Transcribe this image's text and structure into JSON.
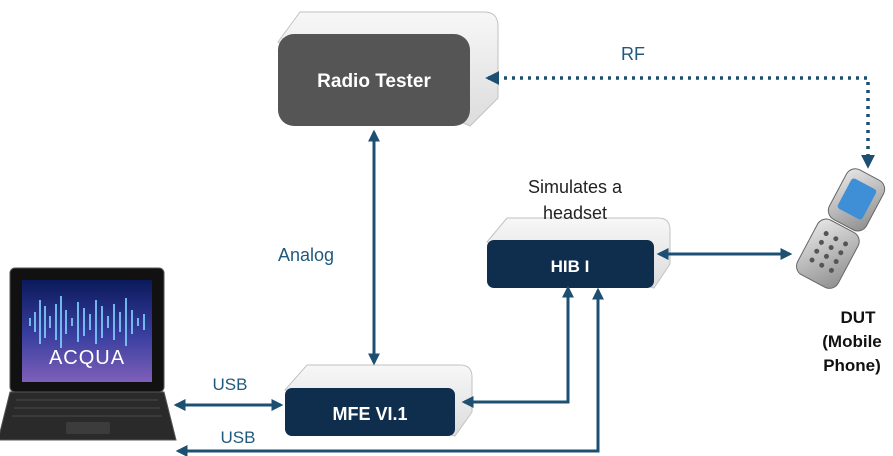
{
  "nodes": {
    "radio_tester": {
      "label": "Radio Tester"
    },
    "hib": {
      "label": "HIB I",
      "note_line1": "Simulates a",
      "note_line2": "headset"
    },
    "mfe": {
      "label": "MFE VI.1"
    },
    "laptop": {
      "screen_text": "ACQUA"
    },
    "dut": {
      "line1": "DUT",
      "line2": "(Mobile",
      "line3": "Phone)"
    }
  },
  "edges": {
    "rf": {
      "label": "RF",
      "style": "dotted"
    },
    "analog": {
      "label": "Analog"
    },
    "usb_mfe": {
      "label": "USB"
    },
    "usb_hib": {
      "label": "USB"
    }
  },
  "colors": {
    "dark_box": "#0f2e4d",
    "grey_box": "#555555",
    "arrow": "#1d4f73",
    "label": "#1f5a7e"
  }
}
